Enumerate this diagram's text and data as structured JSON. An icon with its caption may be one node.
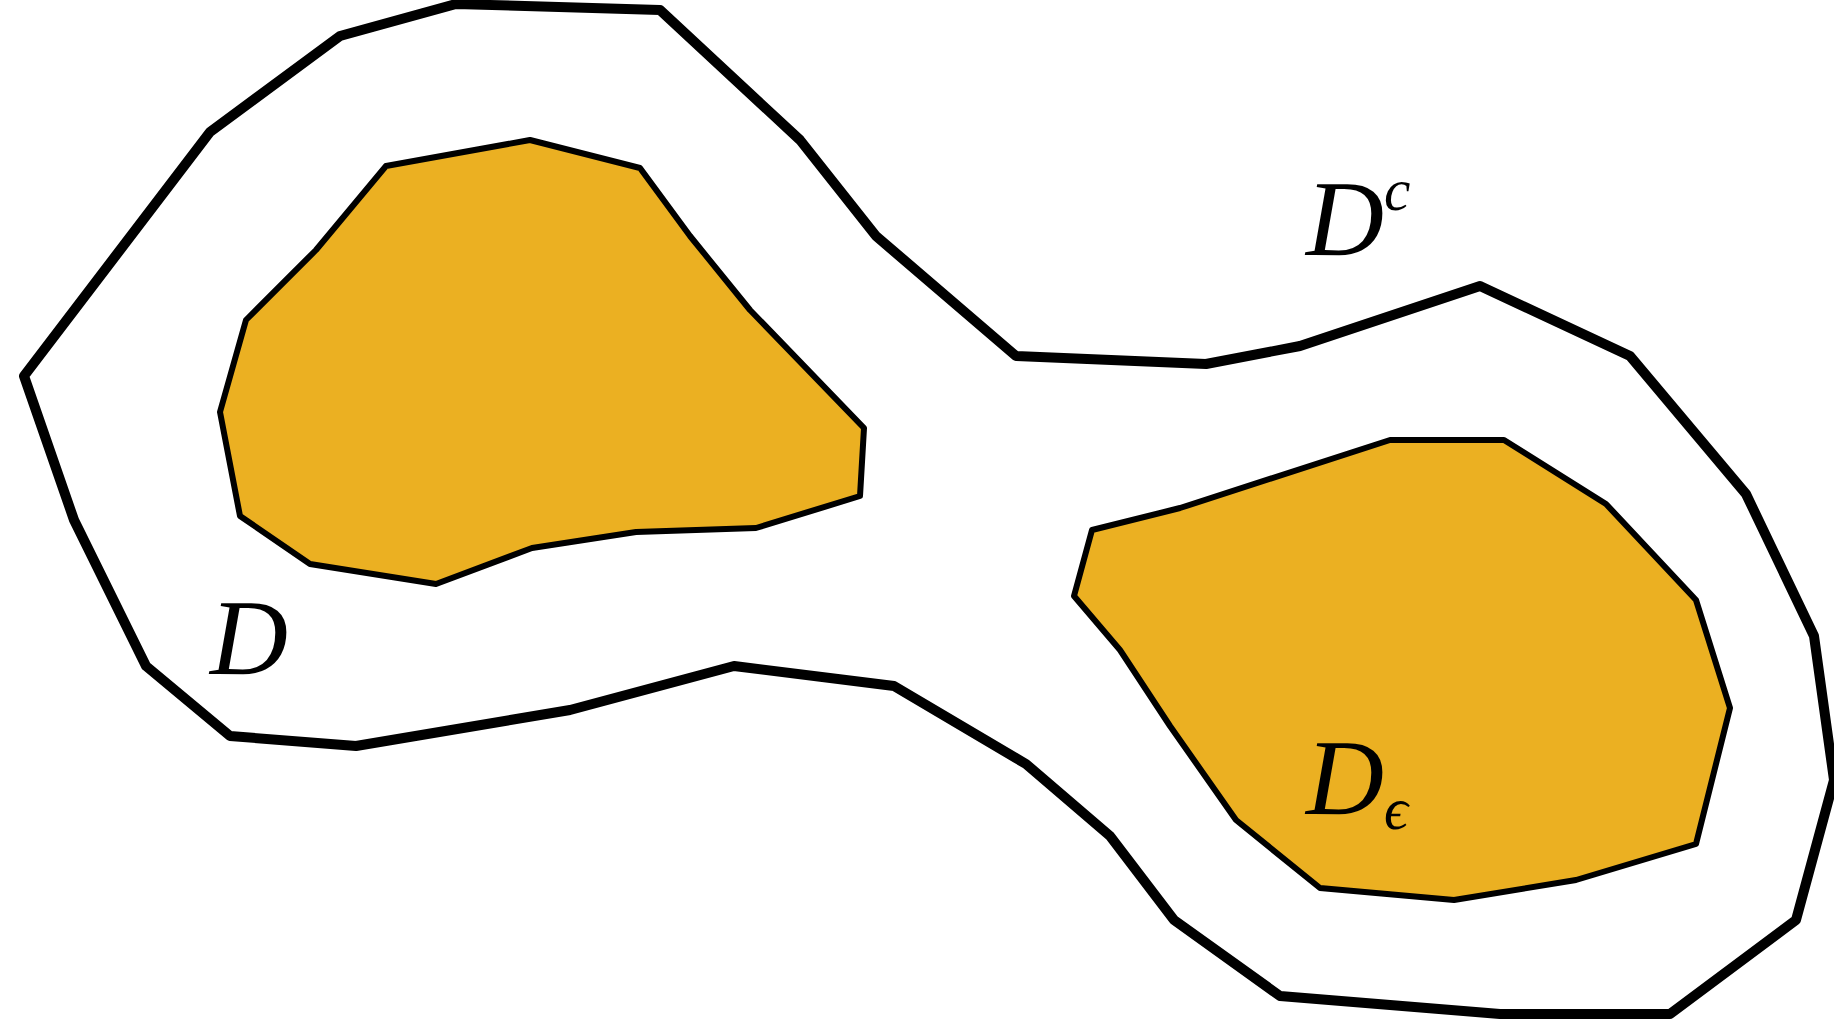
{
  "diagram": {
    "nodes": [
      {
        "text": [
          "D"
        ]
      },
      {
        "text": [],
        "shape": "polygon",
        "in": 0
      },
      {
        "text": [
          "D$_{ϵ}$"
        ],
        "in": 0
      }
    ],
    "labels": [
      "D$^{c}$"
    ]
  }
}
